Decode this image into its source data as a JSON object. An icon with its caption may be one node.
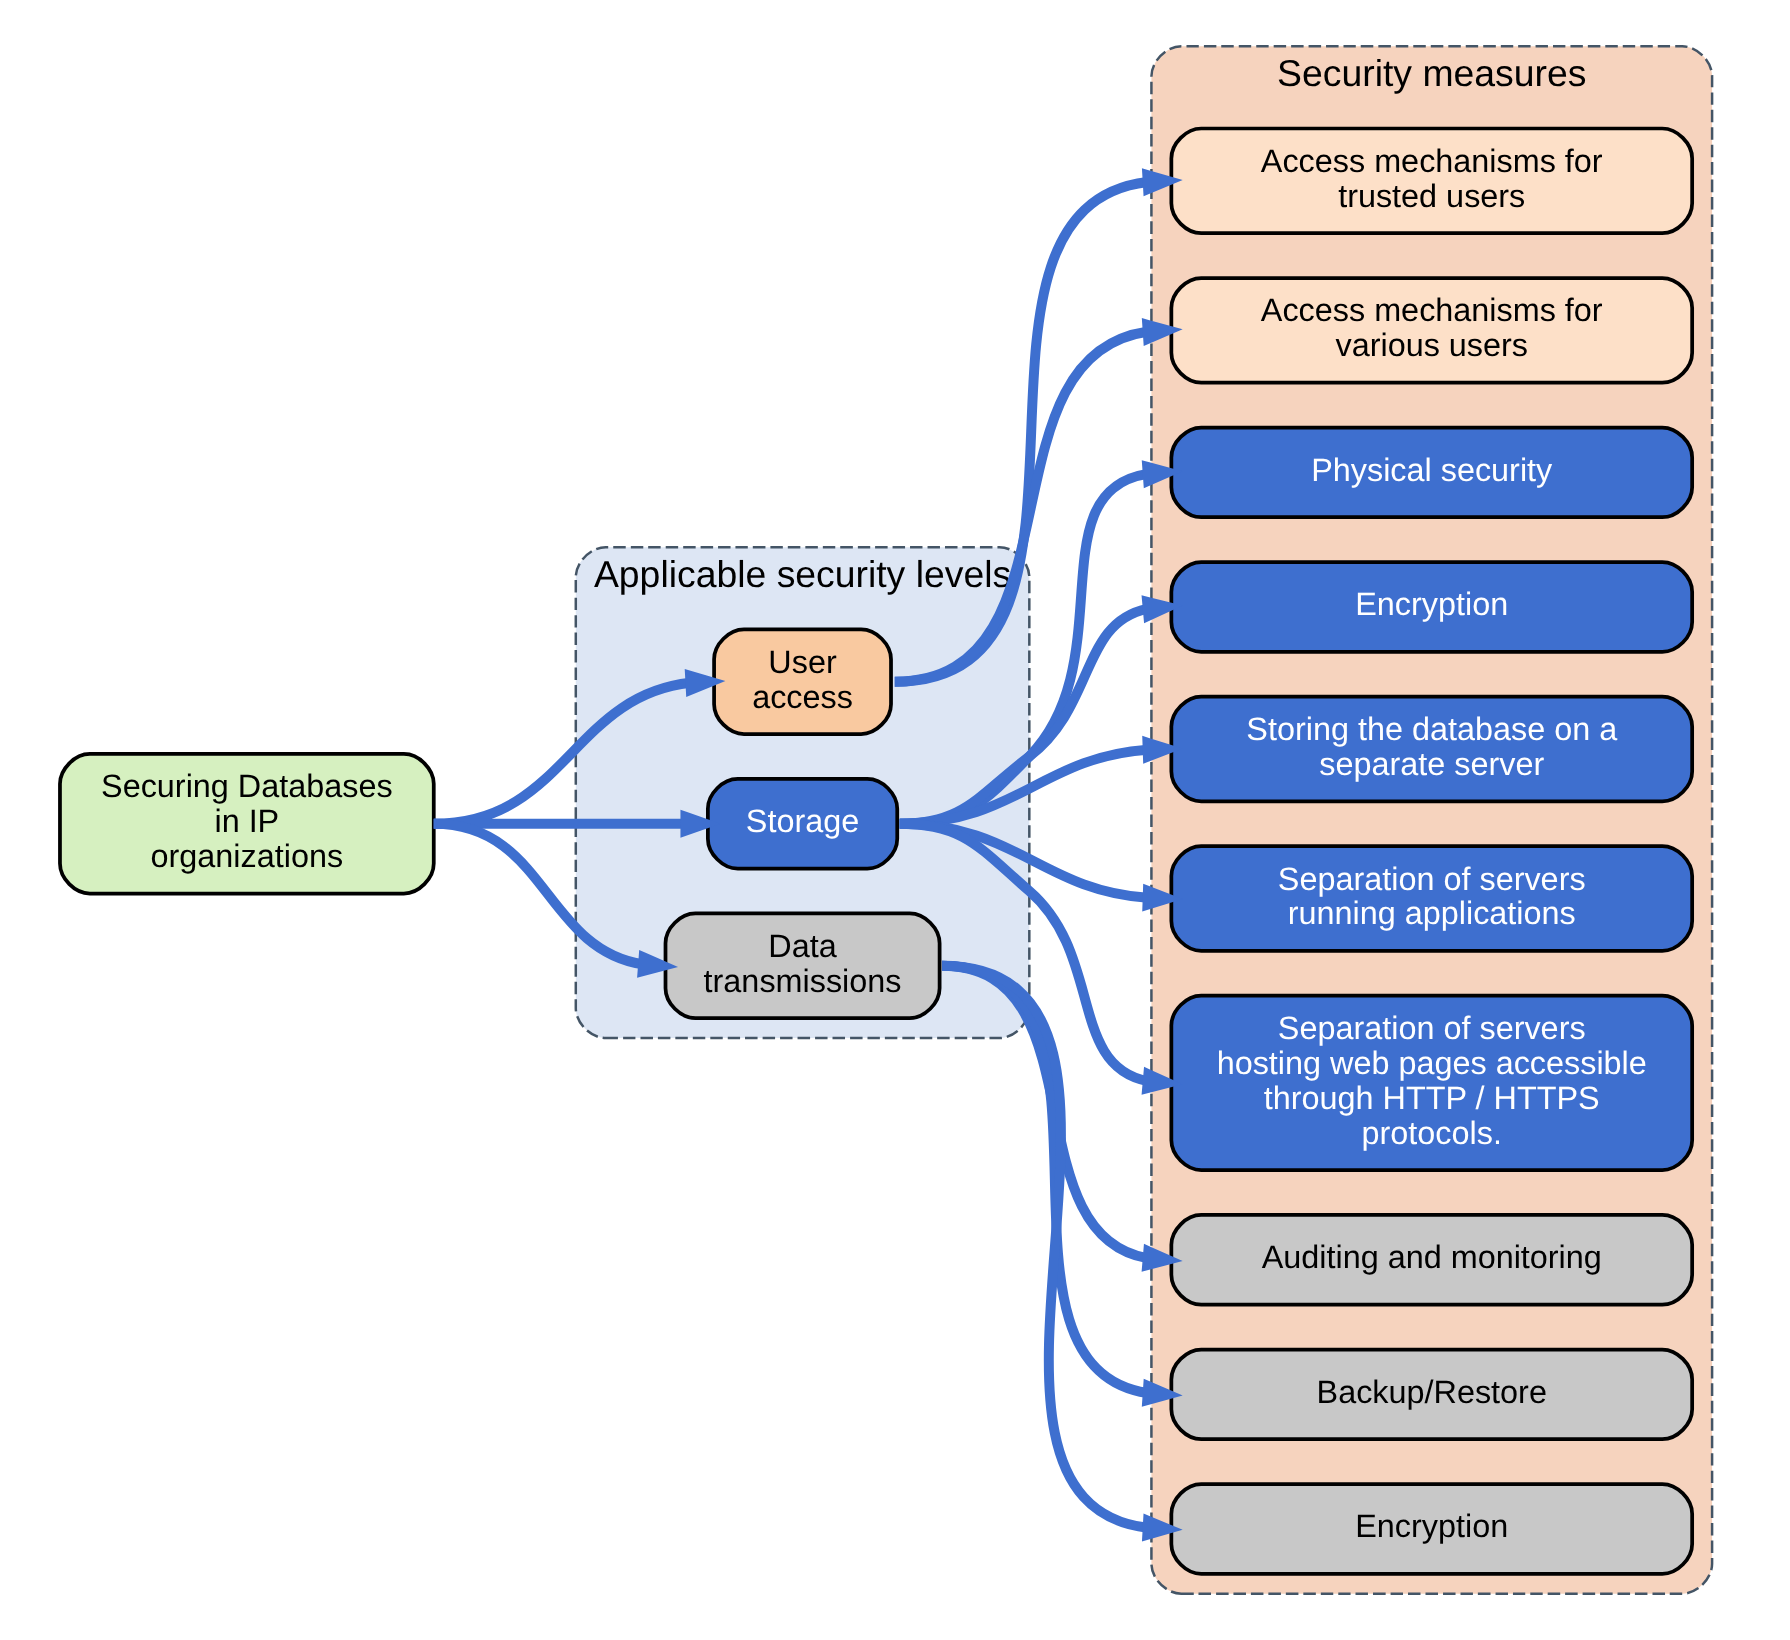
{
  "diagram": {
    "nodes": [
      {
        "text": [
          "Securing Databases in IP organizations"
        ]
      },
      {
        "text": [
          "Applicable security levels"
        ]
      },
      {
        "text": [
          "User access"
        ],
        "in": 1
      },
      {
        "text": [
          "Storage"
        ],
        "in": 1
      },
      {
        "text": [
          "Data transmissions"
        ],
        "in": 1
      },
      {
        "text": [
          "Security measures"
        ]
      },
      {
        "text": [
          "Access mechanisms for trusted users"
        ],
        "in": 5
      },
      {
        "text": [
          "Access mechanisms for various users"
        ],
        "in": 5
      },
      {
        "text": [
          "Physical security"
        ],
        "in": 5
      },
      {
        "text": [
          "Encryption"
        ],
        "in": 5
      },
      {
        "text": [
          "Storing the database on a separate server"
        ],
        "in": 5
      },
      {
        "text": [
          "Separation of servers running applications"
        ],
        "in": 5
      },
      {
        "text": [
          "Separation of servers hosting web pages accessible through HTTP / HTTPS protocols."
        ],
        "in": 5
      },
      {
        "text": [
          "Auditing and monitoring"
        ],
        "in": 5
      },
      {
        "text": [
          "Backup/Restore"
        ],
        "in": 5
      },
      {
        "text": [
          "Encryption"
        ],
        "in": 5
      }
    ],
    "edges": [
      {
        "from": 0,
        "to": 2,
        "arrow": "to"
      },
      {
        "from": 0,
        "to": 3,
        "arrow": "to"
      },
      {
        "from": 0,
        "to": 4,
        "arrow": "to"
      },
      {
        "from": 2,
        "to": 6,
        "arrow": "to"
      },
      {
        "from": 2,
        "to": 7,
        "arrow": "to"
      },
      {
        "from": 3,
        "to": 8,
        "arrow": "to"
      },
      {
        "from": 3,
        "to": 9,
        "arrow": "to"
      },
      {
        "from": 3,
        "to": 10,
        "arrow": "to"
      },
      {
        "from": 3,
        "to": 11,
        "arrow": "to"
      },
      {
        "from": 3,
        "to": 12,
        "arrow": "to"
      },
      {
        "from": 4,
        "to": 13,
        "arrow": "to"
      },
      {
        "from": 4,
        "to": 14,
        "arrow": "to"
      },
      {
        "from": 4,
        "to": 15,
        "arrow": "to"
      }
    ]
  }
}
